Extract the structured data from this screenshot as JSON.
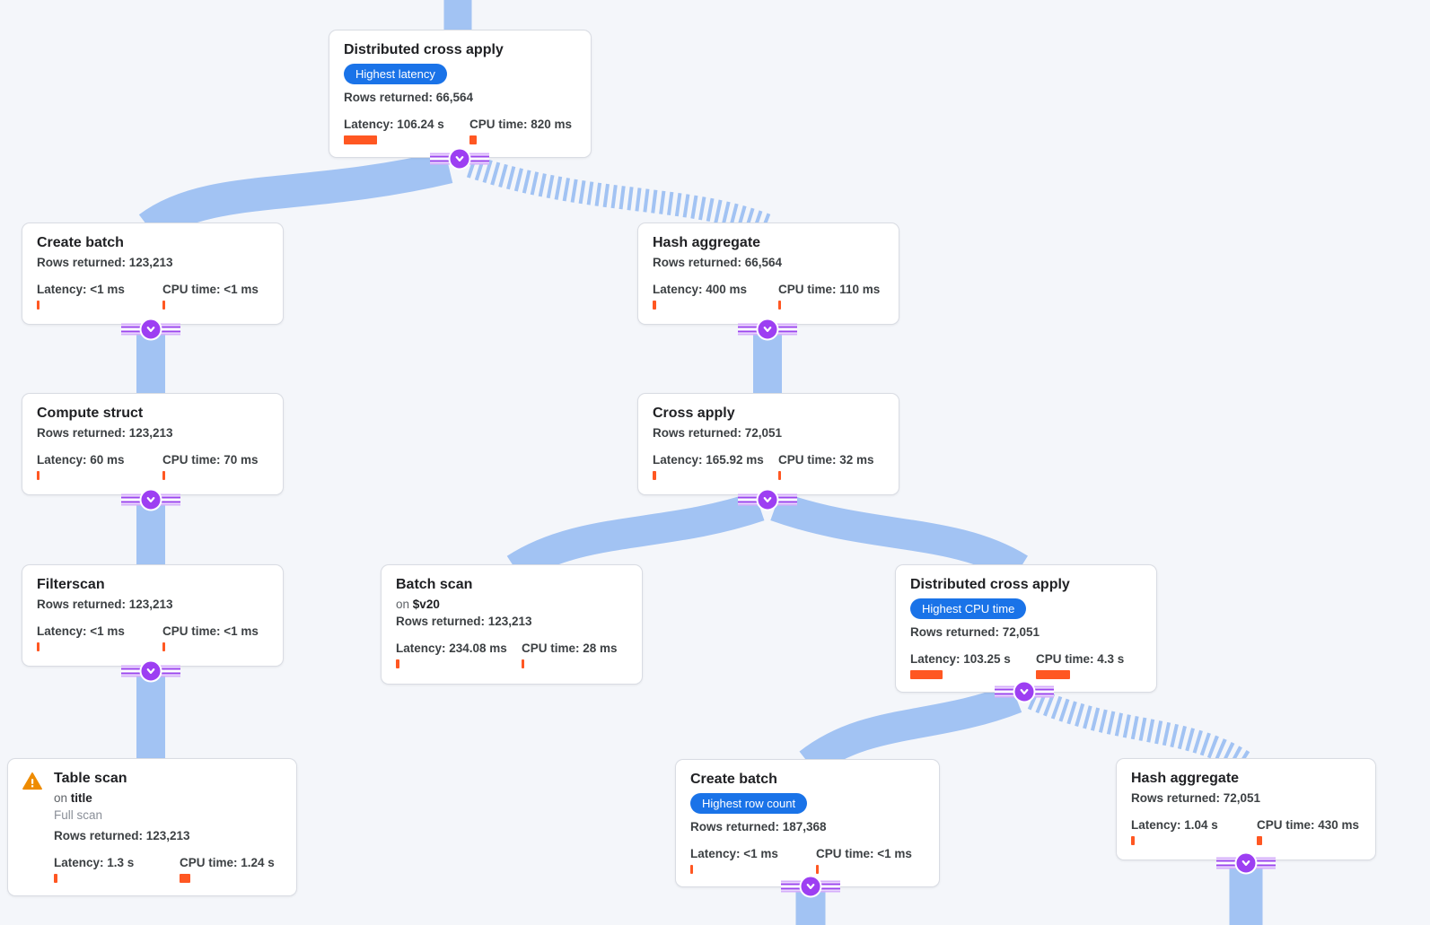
{
  "colors": {
    "background": "#f4f6fa",
    "edge_blue": "#a2c3f3",
    "badge_blue": "#1a73e8",
    "bar_orange": "#ff5722",
    "connector_purple": "#9d3ff2",
    "warning_orange": "#ee8b00"
  },
  "nodes": [
    {
      "id": "distributed-cross-apply-root",
      "title": "Distributed cross apply",
      "badge": "Highest latency",
      "rows": "Rows returned: 66,564",
      "latency": "Latency: 106.24 s",
      "cpu": "CPU time: 820 ms",
      "latency_bar": 37,
      "cpu_bar": 8
    },
    {
      "id": "create-batch-1",
      "title": "Create batch",
      "rows": "Rows returned: 123,213",
      "latency": "Latency: <1 ms",
      "cpu": "CPU time: <1 ms",
      "latency_bar": 3,
      "cpu_bar": 3
    },
    {
      "id": "hash-aggregate-1",
      "title": "Hash aggregate",
      "rows": "Rows returned: 66,564",
      "latency": "Latency: 400 ms",
      "cpu": "CPU time: 110 ms",
      "latency_bar": 4,
      "cpu_bar": 3
    },
    {
      "id": "compute-struct",
      "title": "Compute struct",
      "rows": "Rows returned: 123,213",
      "latency": "Latency: 60 ms",
      "cpu": "CPU time: 70 ms",
      "latency_bar": 3,
      "cpu_bar": 3
    },
    {
      "id": "cross-apply",
      "title": "Cross apply",
      "rows": "Rows returned: 72,051",
      "latency": "Latency: 165.92 ms",
      "cpu": "CPU time: 32 ms",
      "latency_bar": 4,
      "cpu_bar": 3
    },
    {
      "id": "filterscan",
      "title": "Filterscan",
      "rows": "Rows returned: 123,213",
      "latency": "Latency: <1 ms",
      "cpu": "CPU time: <1 ms",
      "latency_bar": 3,
      "cpu_bar": 3
    },
    {
      "id": "batch-scan",
      "title": "Batch scan",
      "on_prefix": "on",
      "on_value": "$v20",
      "rows": "Rows returned: 123,213",
      "latency": "Latency: 234.08 ms",
      "cpu": "CPU time: 28 ms",
      "latency_bar": 4,
      "cpu_bar": 3
    },
    {
      "id": "distributed-cross-apply-2",
      "title": "Distributed cross apply",
      "badge": "Highest CPU time",
      "rows": "Rows returned: 72,051",
      "latency": "Latency: 103.25 s",
      "cpu": "CPU time: 4.3 s",
      "latency_bar": 36,
      "cpu_bar": 38
    },
    {
      "id": "table-scan",
      "title": "Table scan",
      "on_prefix": "on",
      "on_value": "title",
      "note": "Full scan",
      "rows": "Rows returned: 123,213",
      "latency": "Latency: 1.3 s",
      "cpu": "CPU time: 1.24 s",
      "latency_bar": 4,
      "cpu_bar": 12
    },
    {
      "id": "create-batch-2",
      "title": "Create batch",
      "badge": "Highest row count",
      "rows": "Rows returned: 187,368",
      "latency": "Latency: <1 ms",
      "cpu": "CPU time: <1 ms",
      "latency_bar": 3,
      "cpu_bar": 3
    },
    {
      "id": "hash-aggregate-2",
      "title": "Hash aggregate",
      "rows": "Rows returned: 72,051",
      "latency": "Latency: 1.04 s",
      "cpu": "CPU time: 430 ms",
      "latency_bar": 4,
      "cpu_bar": 6
    }
  ],
  "edges": [
    {
      "from": "distributed-cross-apply-root",
      "to": "create-batch-1",
      "style": "solid"
    },
    {
      "from": "distributed-cross-apply-root",
      "to": "hash-aggregate-1",
      "style": "striped"
    },
    {
      "from": "create-batch-1",
      "to": "compute-struct",
      "style": "solid"
    },
    {
      "from": "hash-aggregate-1",
      "to": "cross-apply",
      "style": "solid"
    },
    {
      "from": "compute-struct",
      "to": "filterscan",
      "style": "solid"
    },
    {
      "from": "cross-apply",
      "to": "batch-scan",
      "style": "solid"
    },
    {
      "from": "cross-apply",
      "to": "distributed-cross-apply-2",
      "style": "solid"
    },
    {
      "from": "filterscan",
      "to": "table-scan",
      "style": "solid"
    },
    {
      "from": "distributed-cross-apply-2",
      "to": "create-batch-2",
      "style": "solid"
    },
    {
      "from": "distributed-cross-apply-2",
      "to": "hash-aggregate-2",
      "style": "striped"
    },
    {
      "from": "create-batch-2",
      "to": "below-viewport",
      "style": "solid"
    },
    {
      "from": "hash-aggregate-2",
      "to": "below-viewport",
      "style": "solid"
    }
  ]
}
